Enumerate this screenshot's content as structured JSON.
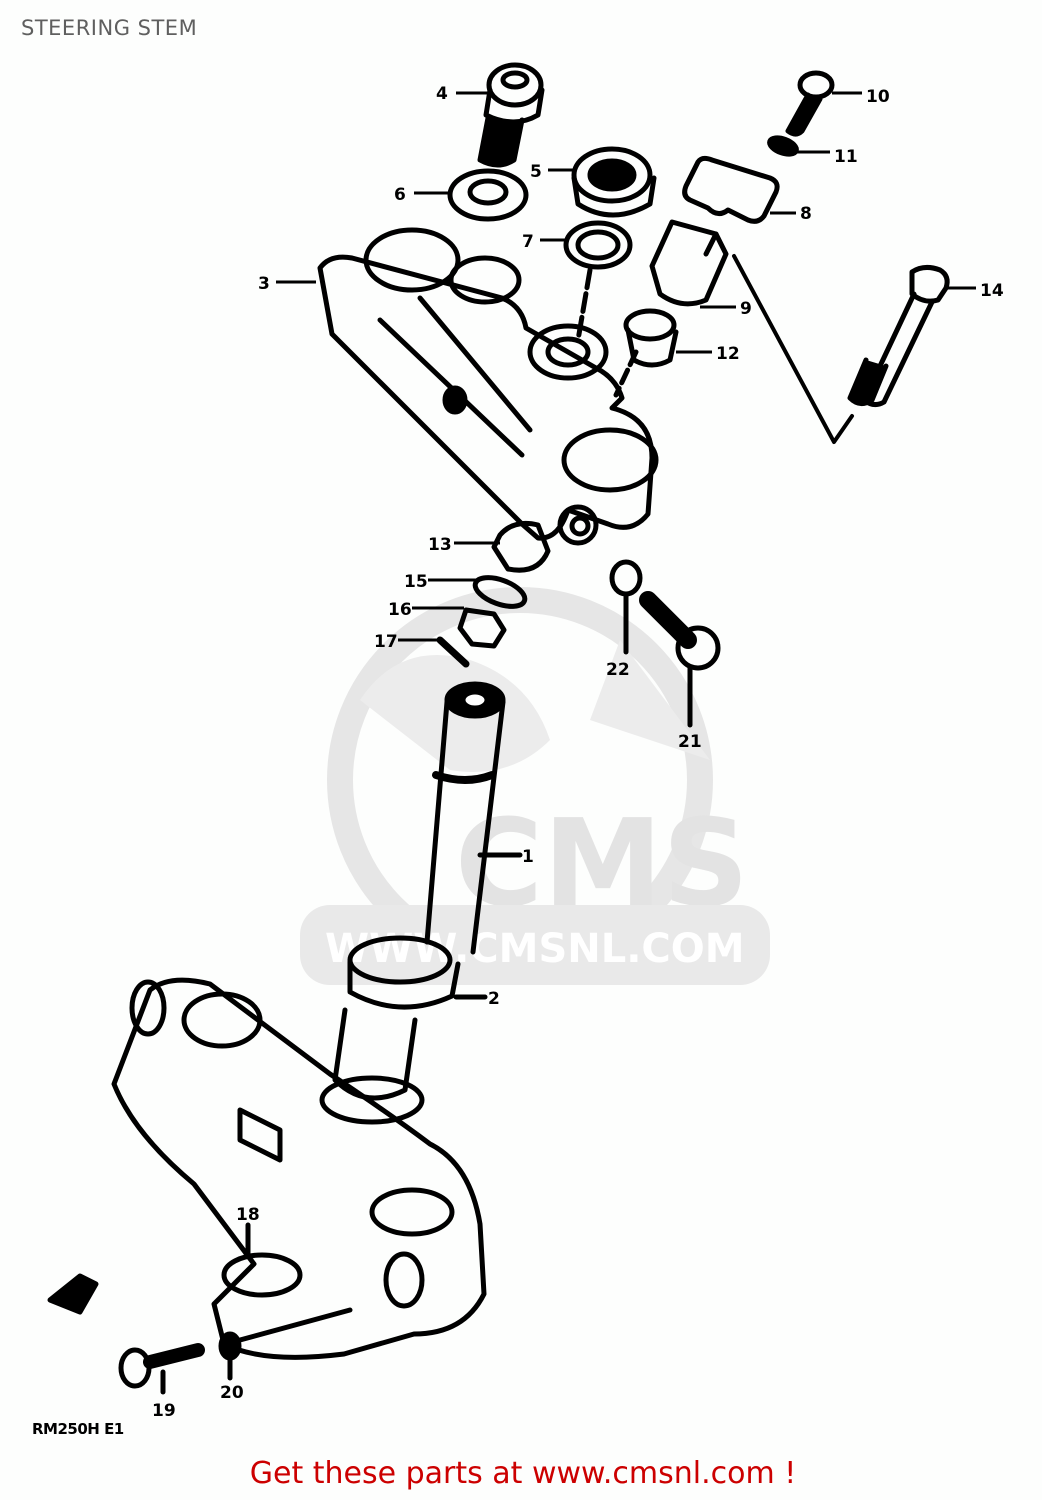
{
  "page": {
    "title": "STEERING STEM",
    "diagram_code": "RM250H E1",
    "cta_text": "Get these parts at www.cmsnl.com !",
    "cta_color": "#cc0000",
    "title_color": "#5f5f5f"
  },
  "watermark": {
    "logo_text": "CMS",
    "url_text": "WWW.CMSNL.COM",
    "color": "#e3e3e3"
  },
  "parts": [
    {
      "ref": "1",
      "name": "steering-stem"
    },
    {
      "ref": "2",
      "name": "bearing"
    },
    {
      "ref": "3",
      "name": "upper-bracket"
    },
    {
      "ref": "4",
      "name": "bolt"
    },
    {
      "ref": "5",
      "name": "stem-nut"
    },
    {
      "ref": "6",
      "name": "washer"
    },
    {
      "ref": "7",
      "name": "washer"
    },
    {
      "ref": "8",
      "name": "handlebar-holder-upper"
    },
    {
      "ref": "9",
      "name": "handlebar-holder-lower"
    },
    {
      "ref": "10",
      "name": "bolt"
    },
    {
      "ref": "11",
      "name": "lock-washer"
    },
    {
      "ref": "12",
      "name": "cushion"
    },
    {
      "ref": "13",
      "name": "cushion"
    },
    {
      "ref": "14",
      "name": "bolt"
    },
    {
      "ref": "15",
      "name": "washer"
    },
    {
      "ref": "16",
      "name": "nut"
    },
    {
      "ref": "17",
      "name": "cotter-pin"
    },
    {
      "ref": "18",
      "name": "cap"
    },
    {
      "ref": "19",
      "name": "bolt"
    },
    {
      "ref": "20",
      "name": "washer"
    },
    {
      "ref": "21",
      "name": "bolt"
    },
    {
      "ref": "22",
      "name": "washer"
    }
  ]
}
